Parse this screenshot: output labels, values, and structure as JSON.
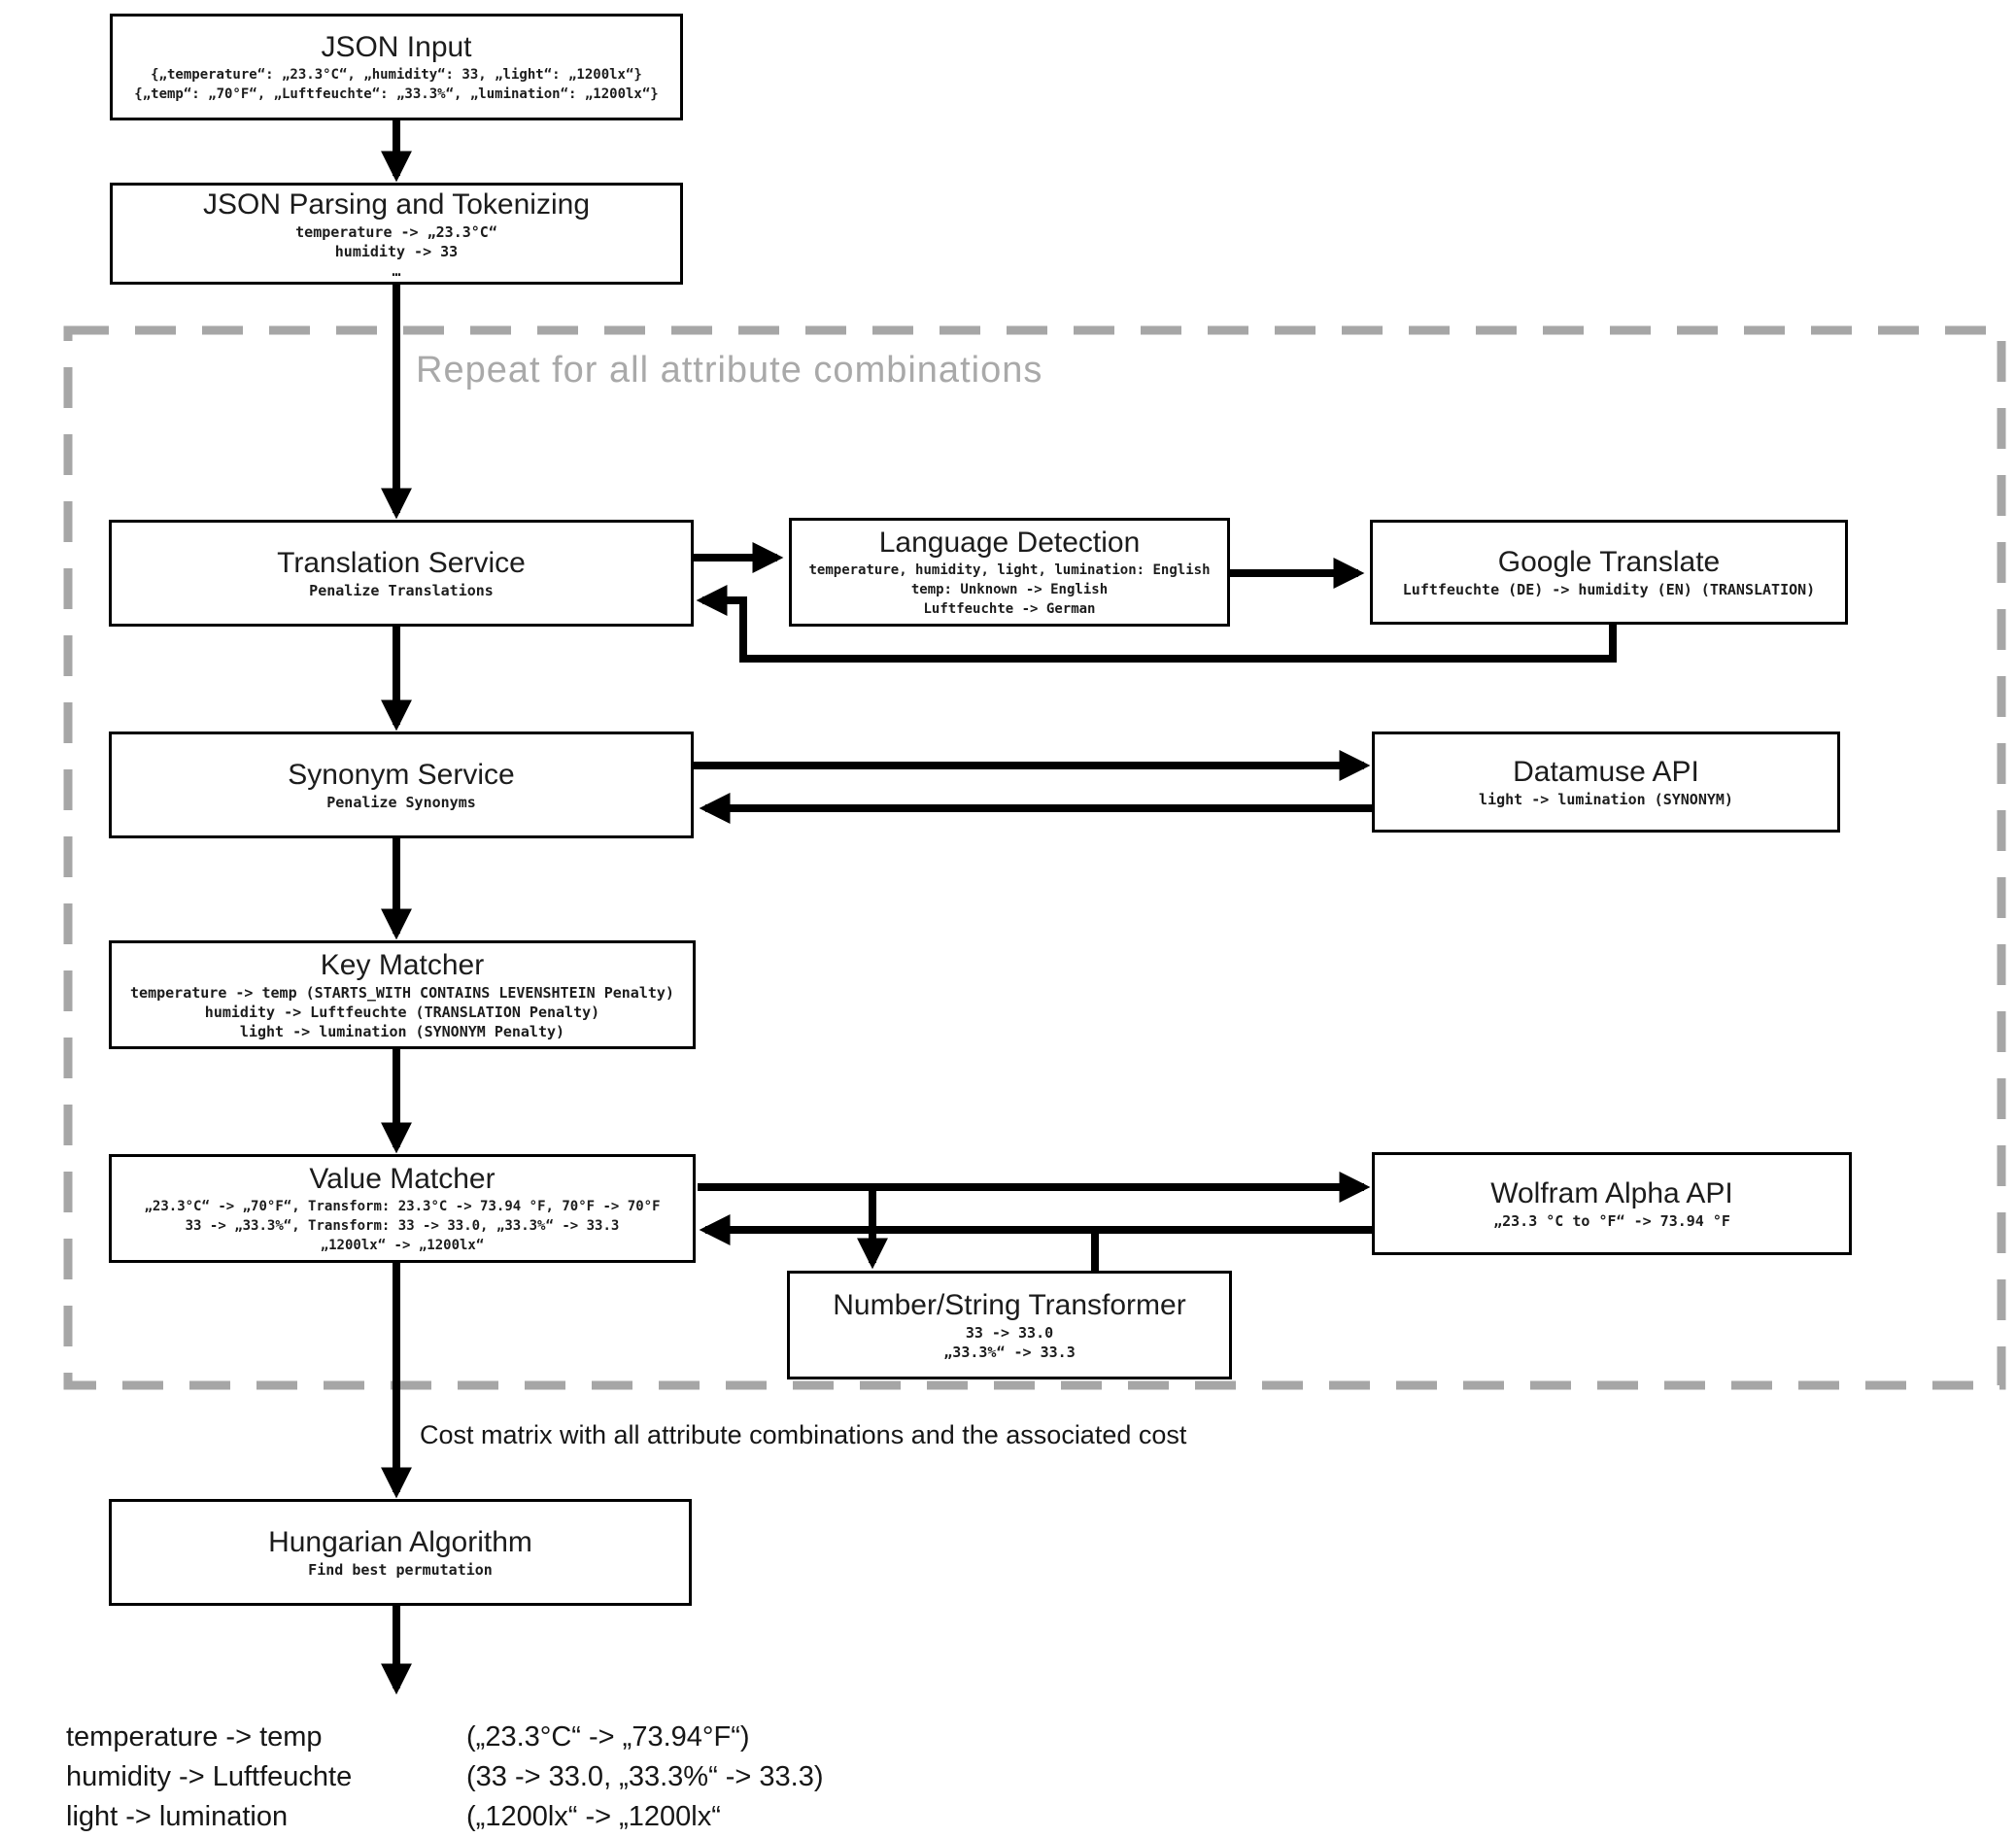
{
  "diagram": {
    "repeat_label": "Repeat for all attribute combinations",
    "cost_matrix_label": "Cost matrix with all attribute combinations and the associated cost",
    "boxes": {
      "json_input": {
        "title": "JSON Input",
        "lines": [
          "{„temperature“: „23.3°C“, „humidity“: 33, „light“: „1200lx“}",
          "{„temp“: „70°F“, „Luftfeuchte“: „33.3%“, „lumination“: „1200lx“}"
        ]
      },
      "json_parsing": {
        "title": "JSON Parsing and Tokenizing",
        "lines": [
          "temperature -> „23.3°C“",
          "humidity -> 33",
          "…"
        ]
      },
      "translation_service": {
        "title": "Translation Service",
        "lines": [
          "Penalize Translations"
        ]
      },
      "language_detection": {
        "title": "Language Detection",
        "lines": [
          "temperature, humidity, light, lumination: English",
          "temp: Unknown -> English",
          "Luftfeuchte -> German"
        ]
      },
      "google_translate": {
        "title": "Google Translate",
        "lines": [
          "Luftfeuchte (DE) -> humidity (EN) (TRANSLATION)"
        ]
      },
      "synonym_service": {
        "title": "Synonym Service",
        "lines": [
          "Penalize Synonyms"
        ]
      },
      "datamuse_api": {
        "title": "Datamuse API",
        "lines": [
          "light -> lumination (SYNONYM)"
        ]
      },
      "key_matcher": {
        "title": "Key Matcher",
        "lines": [
          "temperature -> temp (STARTS_WITH CONTAINS LEVENSHTEIN Penalty)",
          "humidity -> Luftfeuchte (TRANSLATION Penalty)",
          "light -> lumination (SYNONYM Penalty)"
        ]
      },
      "value_matcher": {
        "title": "Value Matcher",
        "lines": [
          "„23.3°C“ -> „70°F“, Transform: 23.3°C -> 73.94 °F, 70°F -> 70°F",
          "33 -> „33.3%“, Transform: 33 -> 33.0, „33.3%“ -> 33.3",
          "„1200lx“ -> „1200lx“"
        ]
      },
      "wolfram_alpha_api": {
        "title": "Wolfram Alpha API",
        "lines": [
          "„23.3 °C to °F“ -> 73.94 °F"
        ]
      },
      "number_string_transformer": {
        "title": "Number/String Transformer",
        "lines": [
          "33 -> 33.0",
          "„33.3%“ -> 33.3"
        ]
      },
      "hungarian_algorithm": {
        "title": "Hungarian Algorithm",
        "lines": [
          "Find best permutation"
        ]
      }
    },
    "result_rows": [
      {
        "mapping": "temperature -> temp",
        "values": "(„23.3°C“ -> „73.94°F“)"
      },
      {
        "mapping": "humidity -> Luftfeuchte",
        "values": "(33 -> 33.0, „33.3%“ -> 33.3)"
      },
      {
        "mapping": "light -> lumination",
        "values": "(„1200lx“ -> „1200lx“"
      }
    ],
    "colors": {
      "box_border": "#000000",
      "dashed_region": "#a6a6a6",
      "repeat_label": "#a9a9a9"
    }
  }
}
